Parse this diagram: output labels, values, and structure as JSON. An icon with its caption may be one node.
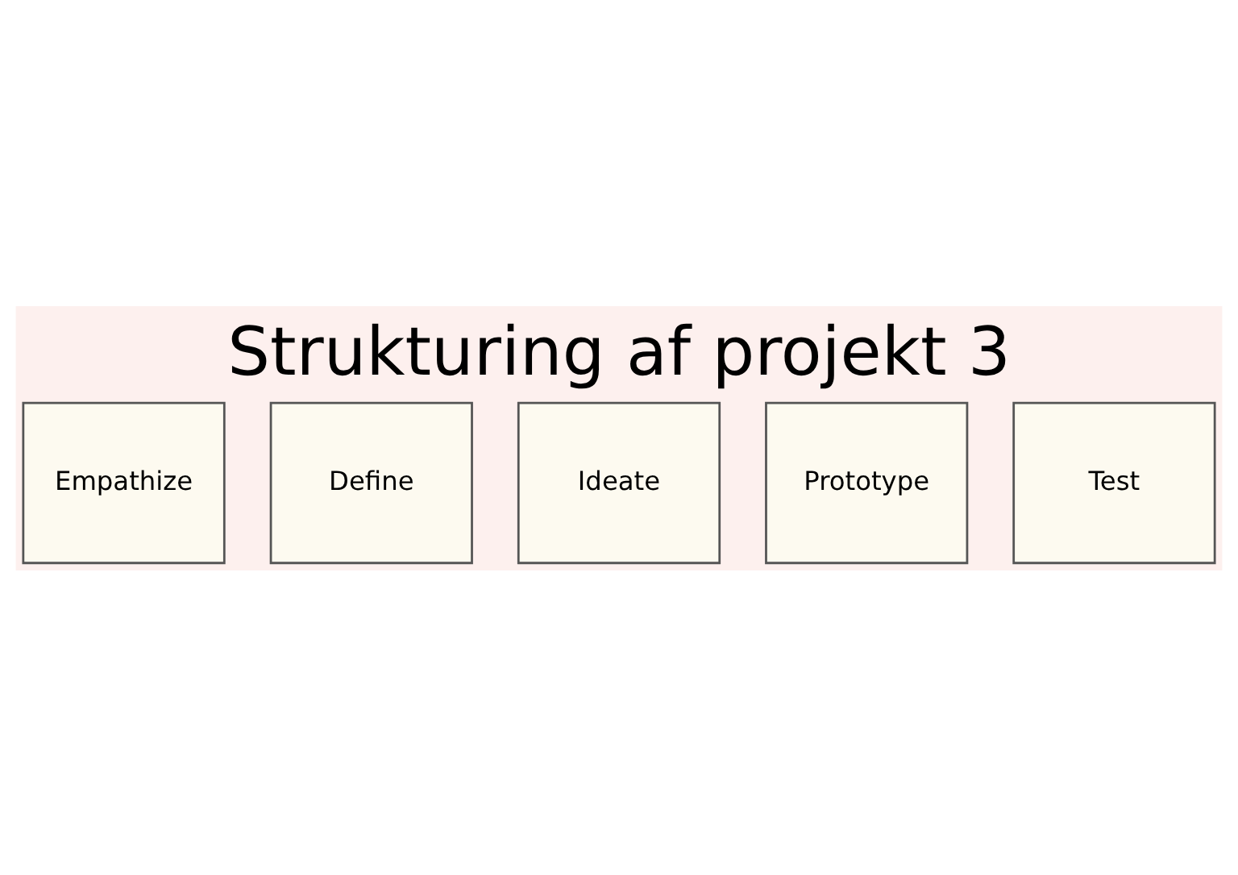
{
  "diagram": {
    "title": "Strukturing af projekt 3",
    "nodes": [
      {
        "text": [
          "Empathize"
        ]
      },
      {
        "text": [
          "Define"
        ]
      },
      {
        "text": [
          "Ideate"
        ]
      },
      {
        "text": [
          "Prototype"
        ]
      },
      {
        "text": [
          "Test"
        ]
      }
    ]
  }
}
